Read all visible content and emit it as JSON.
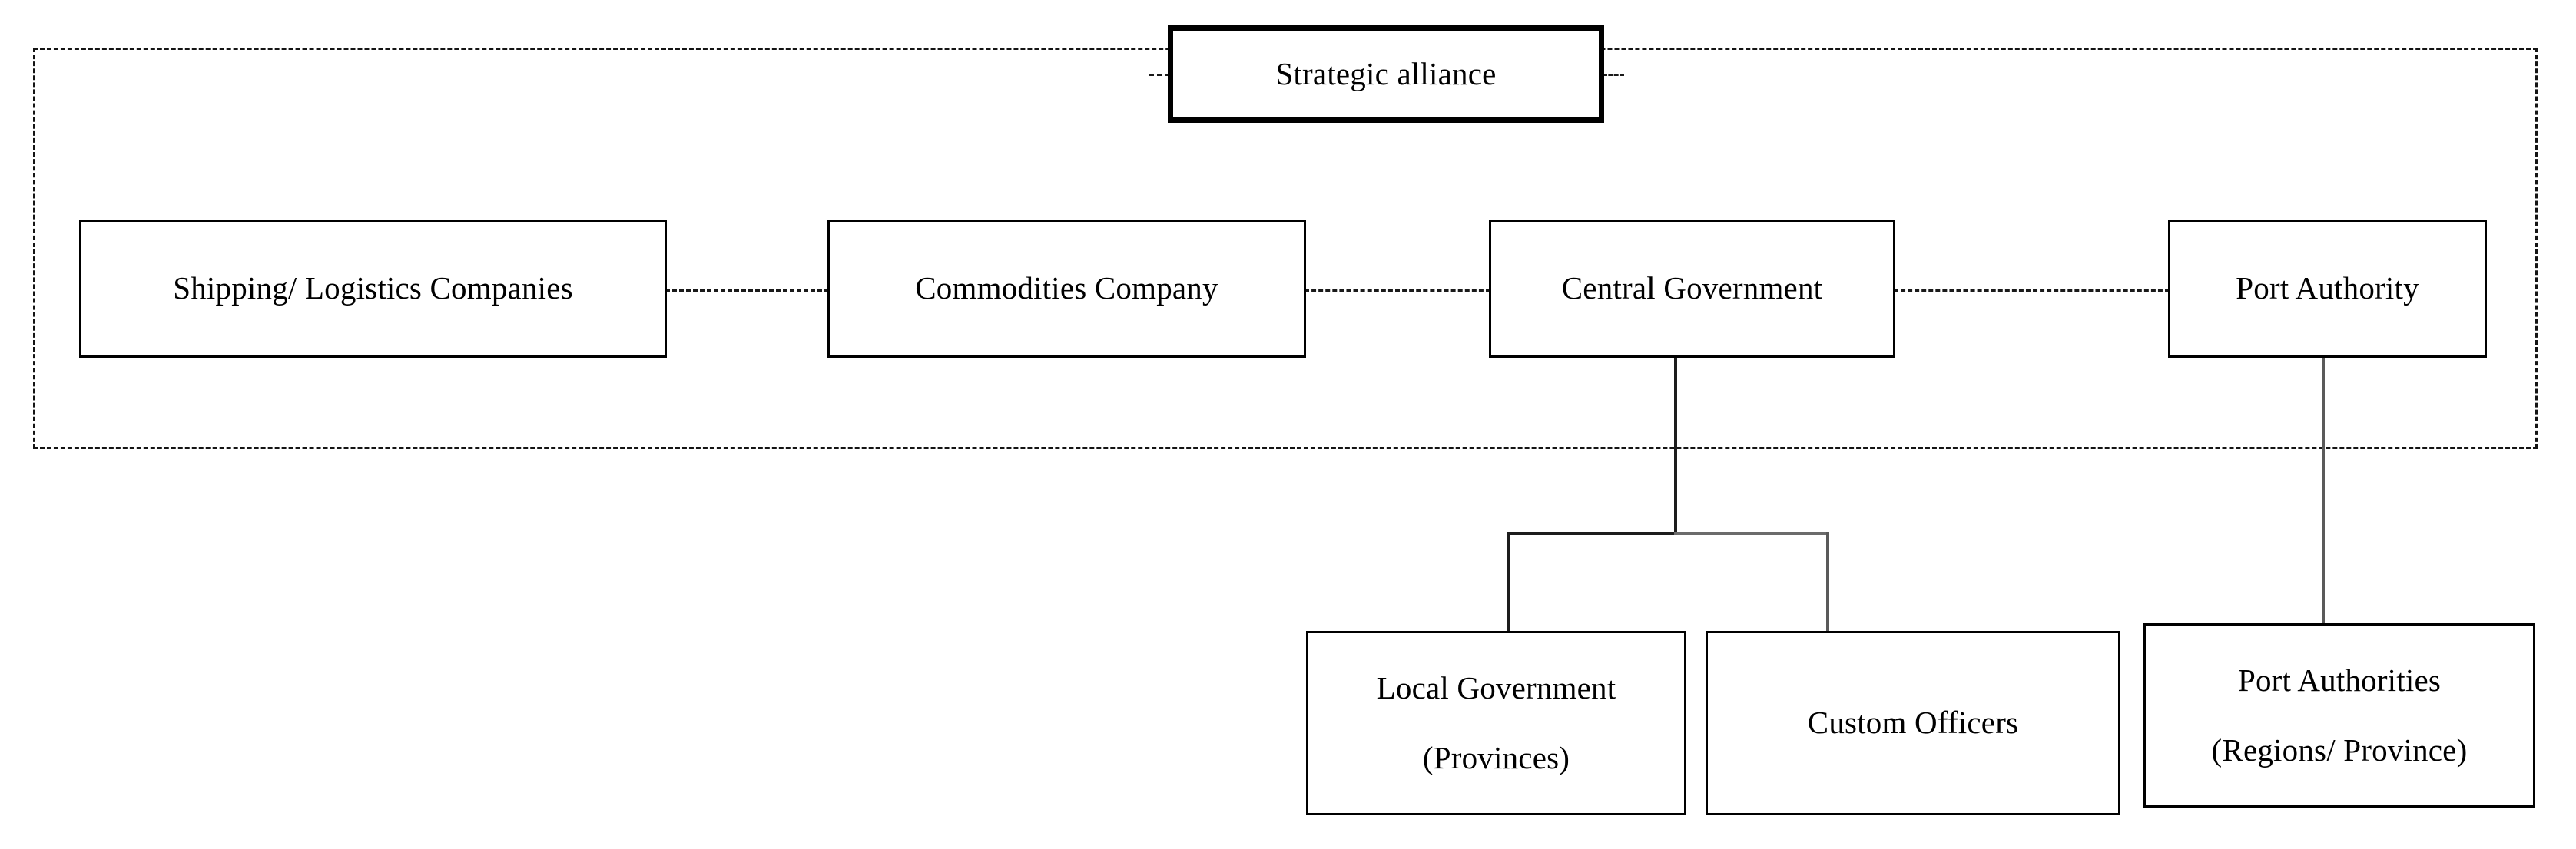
{
  "diagram": {
    "title": "Strategic alliance",
    "alliance_label": "Strategic alliance",
    "nodes": {
      "strategic_alliance": {
        "label": "Strategic alliance"
      },
      "shipping_logistics": {
        "label": "Shipping/ Logistics Companies"
      },
      "commodities_company": {
        "label": "Commodities Company"
      },
      "central_government": {
        "label": "Central Government"
      },
      "port_authority": {
        "label": "Port Authority"
      },
      "local_government": {
        "label": "Local Government",
        "sublabel": "(Provinces)"
      },
      "custom_officers": {
        "label": "Custom Officers",
        "sublabel": ""
      },
      "port_authorities_regional": {
        "label": "Port Authorities",
        "sublabel": "(Regions/ Province)"
      }
    },
    "colors": {
      "line": "#1d1d1d",
      "dashed_line": "#1a1a1a",
      "grey_line": "#6b6b6b",
      "box_border": "#000000",
      "background": "#ffffff",
      "text": "#000000"
    }
  }
}
